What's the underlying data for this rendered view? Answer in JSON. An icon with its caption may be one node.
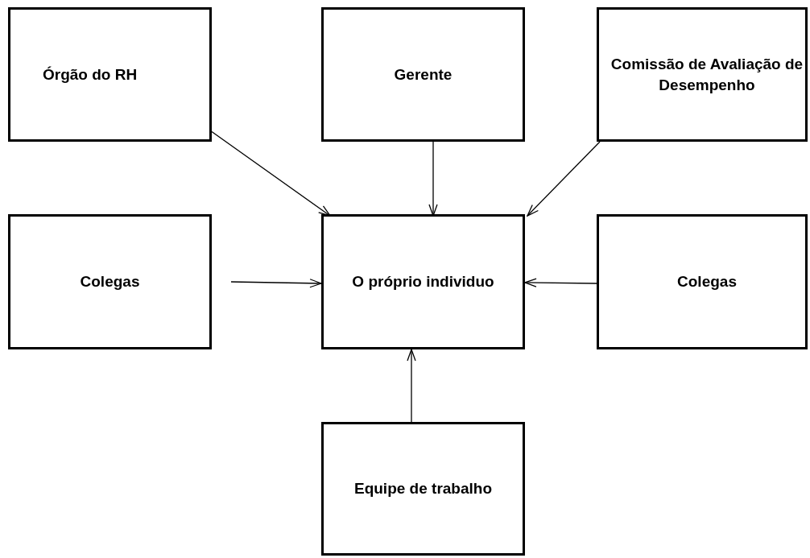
{
  "diagram": {
    "nodes": [
      {
        "text": [
          "Órgão do RH"
        ]
      },
      {
        "text": [
          "Gerente"
        ]
      },
      {
        "text": [
          "Comissão de Avaliação de Desempenho"
        ]
      },
      {
        "text": [
          "Colegas"
        ]
      },
      {
        "text": [
          "O próprio individuo"
        ]
      },
      {
        "text": [
          "Colegas"
        ]
      },
      {
        "text": [
          "Equipe de trabalho"
        ]
      }
    ],
    "edges": [
      {
        "from": 0,
        "to": 4,
        "arrow": "to"
      },
      {
        "from": 1,
        "to": 4,
        "arrow": "to"
      },
      {
        "from": 2,
        "to": 4,
        "arrow": "to"
      },
      {
        "from": 3,
        "to": 4,
        "arrow": "to"
      },
      {
        "from": 5,
        "to": 4,
        "arrow": "to"
      },
      {
        "from": 6,
        "to": 4,
        "arrow": "to"
      }
    ]
  }
}
